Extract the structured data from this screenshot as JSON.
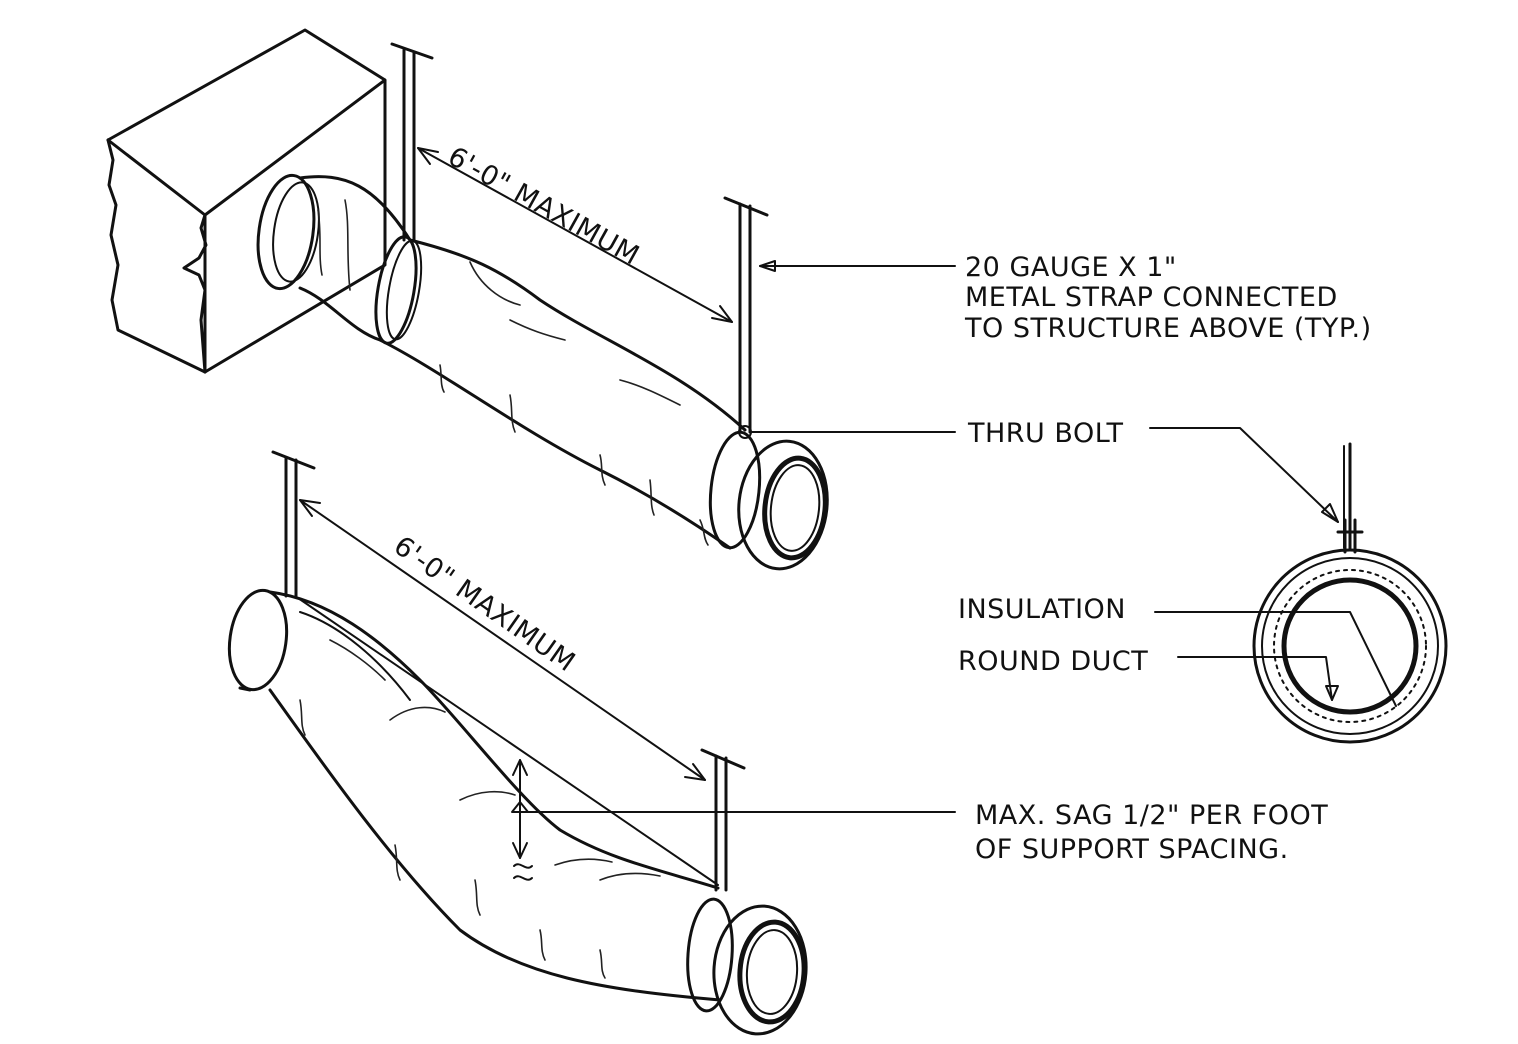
{
  "labels": {
    "dim_top": "6'-0\" MAXIMUM",
    "dim_bottom": "6'-0\" MAXIMUM",
    "strap": [
      "20 GAUGE X 1\"",
      "METAL STRAP CONNECTED",
      "TO STRUCTURE ABOVE (TYP.)"
    ],
    "thru_bolt": "THRU BOLT",
    "insulation": "INSULATION",
    "round_duct": "ROUND DUCT",
    "sag": [
      "MAX. SAG 1/2\" PER FOOT",
      "OF SUPPORT SPACING."
    ]
  }
}
